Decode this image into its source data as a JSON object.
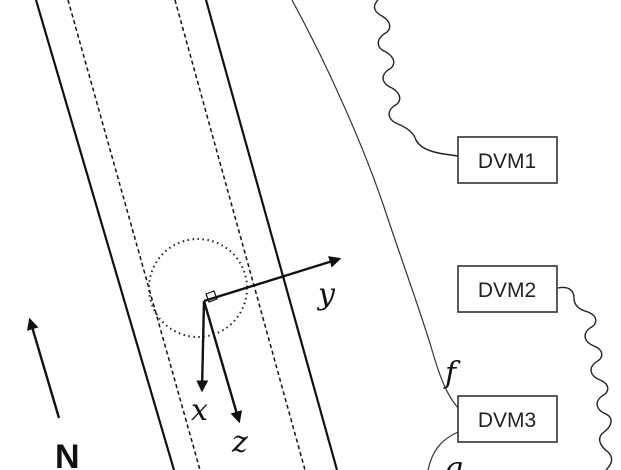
{
  "instruments": [
    {
      "label": "DVM1"
    },
    {
      "label": "DVM2"
    },
    {
      "label": "DVM3"
    }
  ],
  "axes": {
    "x_label": "x",
    "y_label": "y",
    "z_label": "z"
  },
  "wire_labels": {
    "f": "f",
    "g": "g"
  },
  "compass": {
    "north_label": "N"
  },
  "colors": {
    "line": "#111111",
    "box_border": "#333333",
    "background": "#ffffff"
  }
}
